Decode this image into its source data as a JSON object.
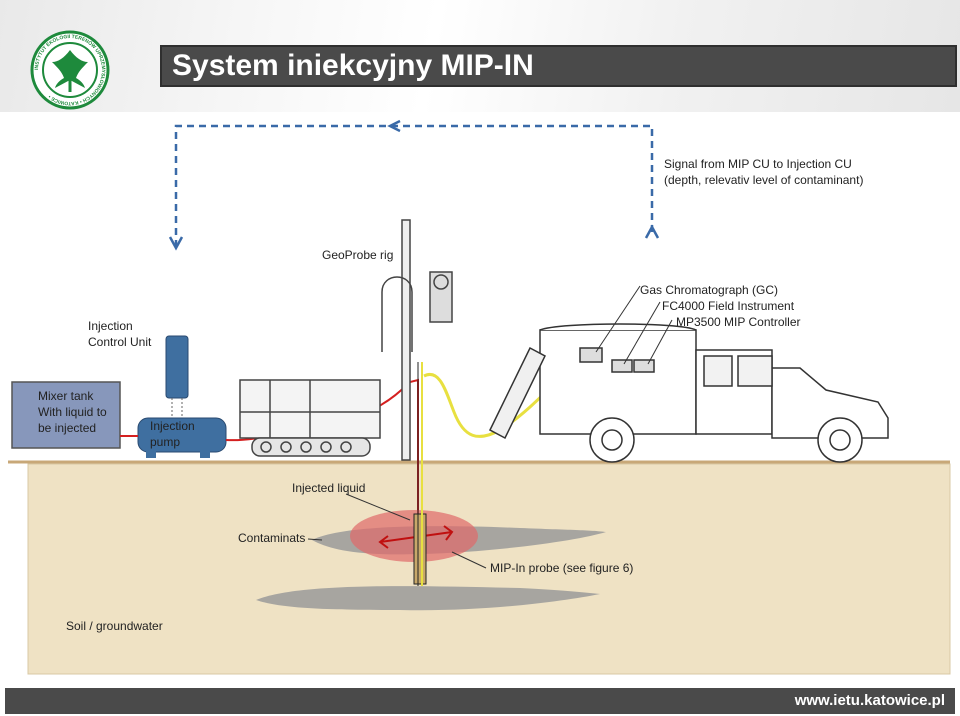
{
  "slide": {
    "title": "System iniekcyjny MIP-IN",
    "footer_url": "www.ietu.katowice.pl"
  },
  "logo": {
    "ring_text": "INSTYTUT EKOLOGII TERENÓW UPRZEMYSŁOWIONYCH • KATOWICE •",
    "colors": {
      "ring": "#1e8a3c",
      "leaf": "#1e8a3c"
    }
  },
  "diagram": {
    "labels": {
      "signal_line1": "Signal from MIP CU to Injection CU",
      "signal_line2": "(depth, relevativ level of contaminant)",
      "geoprobe": "GeoProbe rig",
      "gc": "Gas Chromatograph (GC)",
      "fc4000": "FC4000 Field Instrument",
      "mp3500": "MP3500 MIP Controller",
      "icu_line1": "Injection",
      "icu_line2": "Control Unit",
      "mixer_line1": "Mixer tank",
      "mixer_line2": "With liquid to",
      "mixer_line3": "be injected",
      "pump_line1": "Injection",
      "pump_line2": "pump",
      "injected_liquid": "Injected liquid",
      "contaminants": "Contaminats",
      "probe": "MIP-In probe (see figure 6)",
      "soil": "Soil / groundwater"
    },
    "colors": {
      "signal_line": "#3a6aa8",
      "liquid_line": "#d42020",
      "cable": "#e8e040",
      "soil": "#efe2c4",
      "mixer_fill": "#7f92b8",
      "pump_fill": "#3f6fa0",
      "plume": "#e06a6a",
      "contaminant": "#9a9a9a"
    }
  }
}
